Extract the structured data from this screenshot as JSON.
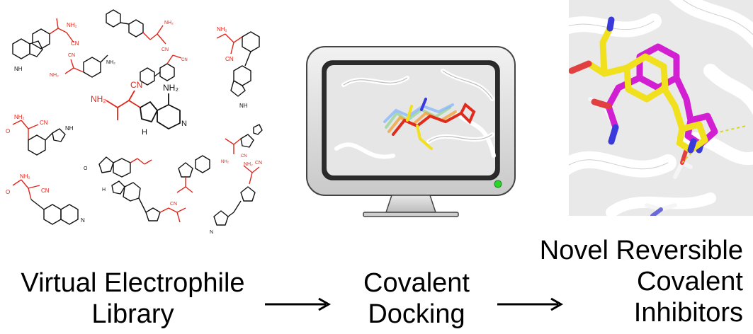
{
  "steps": [
    {
      "lines": [
        "Virtual Electrophile",
        "Library"
      ]
    },
    {
      "lines": [
        "Covalent",
        "Docking"
      ]
    },
    {
      "lines": [
        "Novel Reversible",
        "Covalent",
        "Inhibitors"
      ]
    }
  ],
  "molecule_labels": {
    "nh2": "NH₂",
    "cn": "CN",
    "o": "O",
    "n": "N",
    "nh": "NH",
    "h": "H"
  },
  "colors": {
    "warhead": "#e0261b",
    "scaffold": "#111111",
    "ligand_magenta": "#d21fd2",
    "ligand_yellow": "#f0e01e",
    "nitrogen": "#2a2adc",
    "oxygen": "#e24040",
    "protein": "#f4f4f4",
    "power_led": "#2bd62b"
  }
}
